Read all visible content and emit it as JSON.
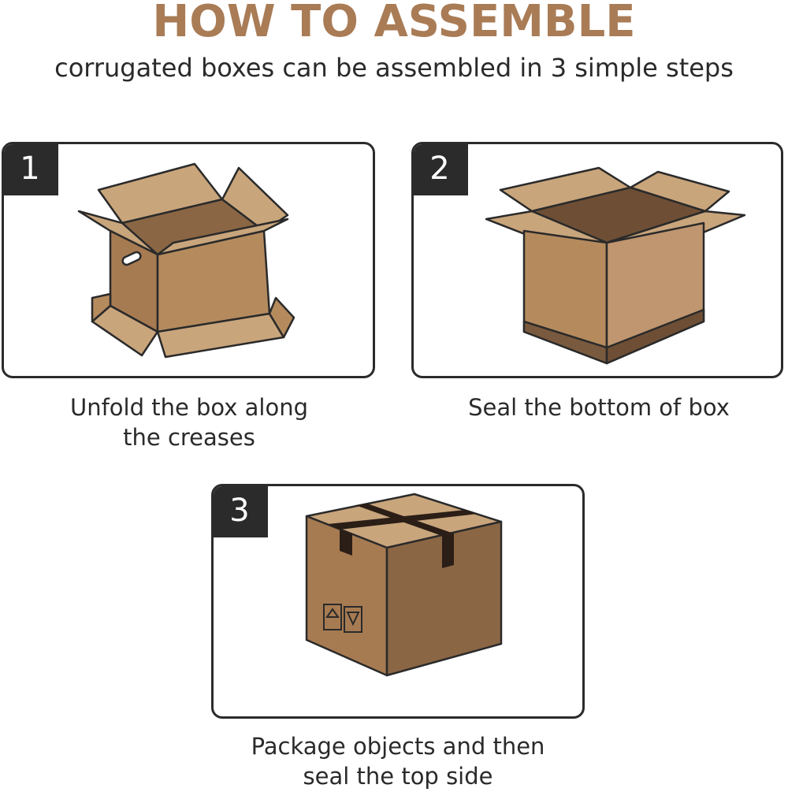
{
  "header": {
    "title": "HOW TO ASSEMBLE",
    "subtitle": "corrugated boxes can be assembled in 3 simple steps"
  },
  "steps": [
    {
      "number": "1",
      "caption_line1": "Unfold the box along",
      "caption_line2": "the creases",
      "icon": "unfolded-box-icon"
    },
    {
      "number": "2",
      "caption_line1": "Seal the bottom of box",
      "caption_line2": "",
      "icon": "open-box-icon"
    },
    {
      "number": "3",
      "caption_line1": "Package objects and then",
      "caption_line2": "seal the top side",
      "icon": "sealed-box-icon"
    }
  ],
  "colors": {
    "title": "#A97C56",
    "badge": "#2b2b2b",
    "cardboard_light": "#C9A57C",
    "cardboard_mid": "#B58B5E",
    "cardboard_dark": "#8A6645",
    "tape": "#2a1e16"
  }
}
